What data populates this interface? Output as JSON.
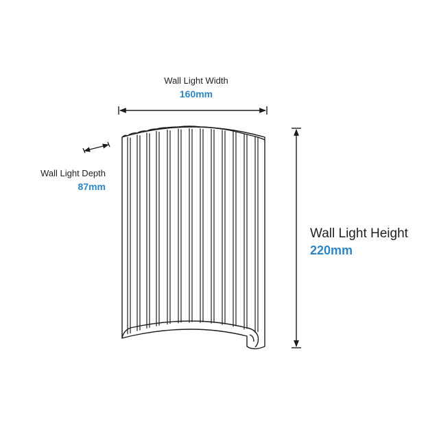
{
  "width": {
    "label": "Wall Light Width",
    "value": "160mm"
  },
  "depth": {
    "label": "Wall Light Depth",
    "value": "87mm"
  },
  "height": {
    "label": "Wall Light Height",
    "value": "220mm"
  },
  "colors": {
    "value_text": "#2a86c6",
    "line": "#1c1c1c",
    "label_text": "#1f1f1f"
  }
}
